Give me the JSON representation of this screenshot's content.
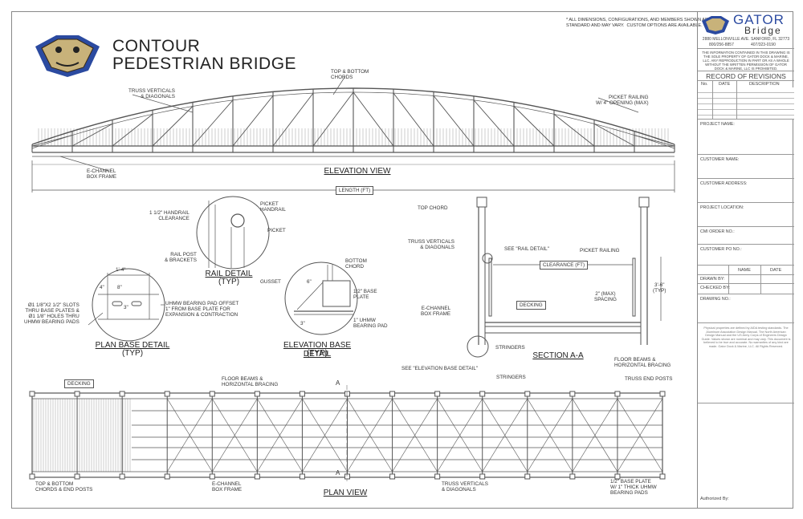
{
  "header": {
    "title_line1": "CONTOUR",
    "title_line2": "PEDESTRIAN BRIDGE",
    "note": "* ALL DIMENSIONS, CONFIGURATIONS, AND MEMBERS SHOWN ARE\nSTANDARD AND MAY VARY.  CUSTOM OPTIONS ARE AVAILABLE."
  },
  "logo": {
    "brand_top": "GATOR",
    "brand_bottom": "Bridge"
  },
  "title_block": {
    "address": "2880 MELLONVILLE AVE. SANFORD, FL  32773",
    "phone1": "800/256-8857",
    "phone2": "407/323-0190",
    "disclaimer": "THE INFORMATION CONTAINED IN THIS DRAWING IS\nTHE SOLE PROPERTY OF GATOR DOCK & MARINE,\nLLC. ANY REPRODUCTION IN PART OR AS A WHOLE\nWITHOUT THE WRITTEN PERMISSION OF GATOR\nDOCK & MARINE, LLC IS PROHIBITED.",
    "revisions_title": "RECORD OF REVISIONS",
    "revision_headers": [
      "No.",
      "DATE",
      "DESCRIPTION"
    ],
    "fields": [
      "PROJECT NAME:",
      "CUSTOMER NAME:",
      "CUSTOMER ADDRESS:",
      "PROJECT LOCATION:",
      "CMI ORDER NO.:",
      "CUSTOMER PO NO.:"
    ],
    "sign_headers": [
      "NAME",
      "DATE"
    ],
    "sign_rows": [
      "DRAWN BY:",
      "CHECKED BY:"
    ],
    "drawing_no": "DRAWING NO.:",
    "fine_print": "Physical properties are defined by AIDA testing standards. The Aluminum Association Design Manual, The North American Design Manual and the US Army Corps of Engineers Design Guide. Values shown are nominal and may vary. This document is believed to be true and accurate. No warranties of any kind are made. Gator Dock & Marine, LLC. All Rights Reserved.",
    "authorized": "Authorized By:"
  },
  "elevation": {
    "truss_label": "TRUSS VERTICALS\n& DIAGONALS",
    "chords_label": "TOP & BOTTOM\nCHORDS",
    "railing_label": "PICKET RAILING\nW/ 4\" OPENING (MAX)",
    "frame_label": "E-CHANNEL\nBOX FRAME",
    "title": "ELEVATION VIEW",
    "length": "LENGTH (FT)"
  },
  "rail_detail": {
    "clearance": "1 1/2\" HANDRAIL\nCLEARANCE",
    "handrail": "PICKET\nHANDRAIL",
    "picket": "PICKET",
    "post": "RAIL POST\n& BRACKETS",
    "title": "RAIL DETAIL",
    "sub": "(TYP)"
  },
  "plan_base": {
    "dim_total": "1'-4\"",
    "dim_a": "4\"",
    "dim_b": "8\"",
    "dim_c": "3\"",
    "slots": "Ø1 1/8\"x2 1/2\" SLOTS\nTHRU BASE PLATES &\nØ1 1/8\" HOLES THRU\nUHMW BEARING PADS",
    "pad": "UHMW BEARING PAD OFFSET\n1\" FROM BASE PLATE FOR\nEXPANSION & CONTRACTION",
    "title": "PLAN BASE DETAIL",
    "sub": "(TYP)"
  },
  "elev_base": {
    "bottom_chord": "BOTTOM\nCHORD",
    "gusset": "GUSSET",
    "dim_6": "6\"",
    "base_plate": "1/2\" BASE\nPLATE",
    "pad": "1\" UHMW\nBEARING PAD",
    "dim_3": "3\"",
    "title": "ELEVATION BASE DETAIL",
    "sub": "(TYP)"
  },
  "section": {
    "top_chord": "TOP CHORD",
    "truss": "TRUSS VERTICALS\n& DIAGONALS",
    "rail_ref": "SEE \"RAIL DETAIL\"",
    "railing": "PICKET RAILING",
    "clearance": "CLEARANCE (FT)",
    "height": "3'-6\"\n(TYP)",
    "spacing": "2\" (MAX)\nSPACING",
    "decking": "DECKING",
    "frame": "E-CHANNEL\nBOX FRAME",
    "stringers": "STRINGERS",
    "title": "SECTION A-A",
    "floor": "FLOOR BEAMS &\nHORIZONTAL BRACING",
    "base_ref": "SEE \"ELEVATION BASE DETAIL\""
  },
  "plan": {
    "decking": "DECKING",
    "floor": "FLOOR BEAMS &\nHORIZONTAL BRACING",
    "cut": "A",
    "stringers": "STRINGERS",
    "end_posts": "TRUSS END POSTS",
    "chords": "TOP & BOTTOM\nCHORDS & END POSTS",
    "frame": "E-CHANNEL\nBOX FRAME",
    "title": "PLAN VIEW",
    "truss": "TRUSS VERTICALS\n& DIAGONALS",
    "base": "1/2\" BASE PLATE\nW/ 1\" THICK UHMW\nBEARING PADS"
  },
  "colors": {
    "logo_blue": "#2b4aa0",
    "line": "#555555"
  }
}
